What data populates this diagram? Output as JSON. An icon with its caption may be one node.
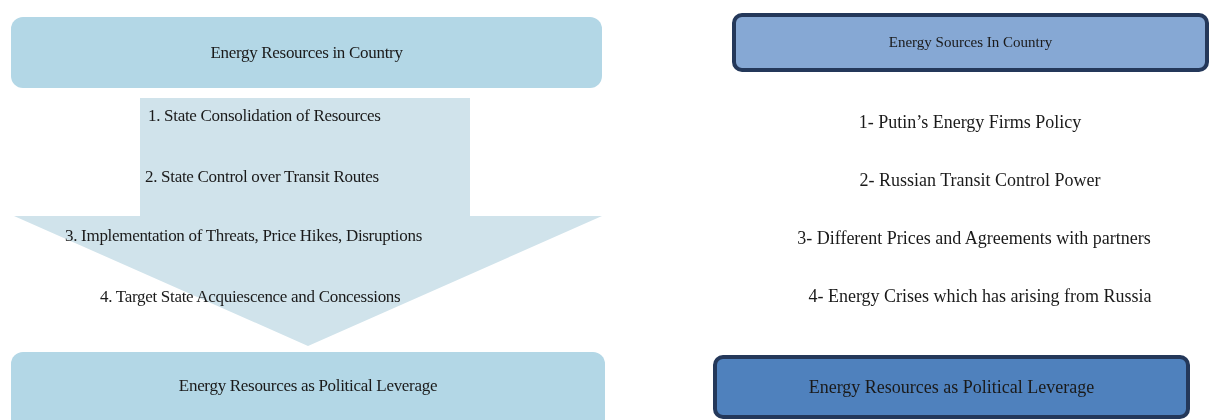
{
  "diagram": {
    "nodes": [
      {
        "text": [
          "Energy Resources in Country"
        ]
      },
      {
        "text": [
          "1. State Consolidation of Resources",
          "2. State Control over Transit Routes",
          "3. Implementation of Threats, Price Hikes, Disruptions",
          "4. Target State Acquiescence and Concessions"
        ]
      },
      {
        "text": [
          "Energy Resources as Political Leverage"
        ]
      },
      {
        "text": [
          "Energy Sources In Country"
        ]
      },
      {
        "text": [
          "Energy Resources as Political Leverage"
        ]
      }
    ],
    "labels": [
      "1- Putin’s Energy Firms Policy",
      "2- Russian Transit Control Power",
      "3- Different Prices and Agreements with partners",
      "4- Energy Crises which has arising from Russia"
    ]
  }
}
